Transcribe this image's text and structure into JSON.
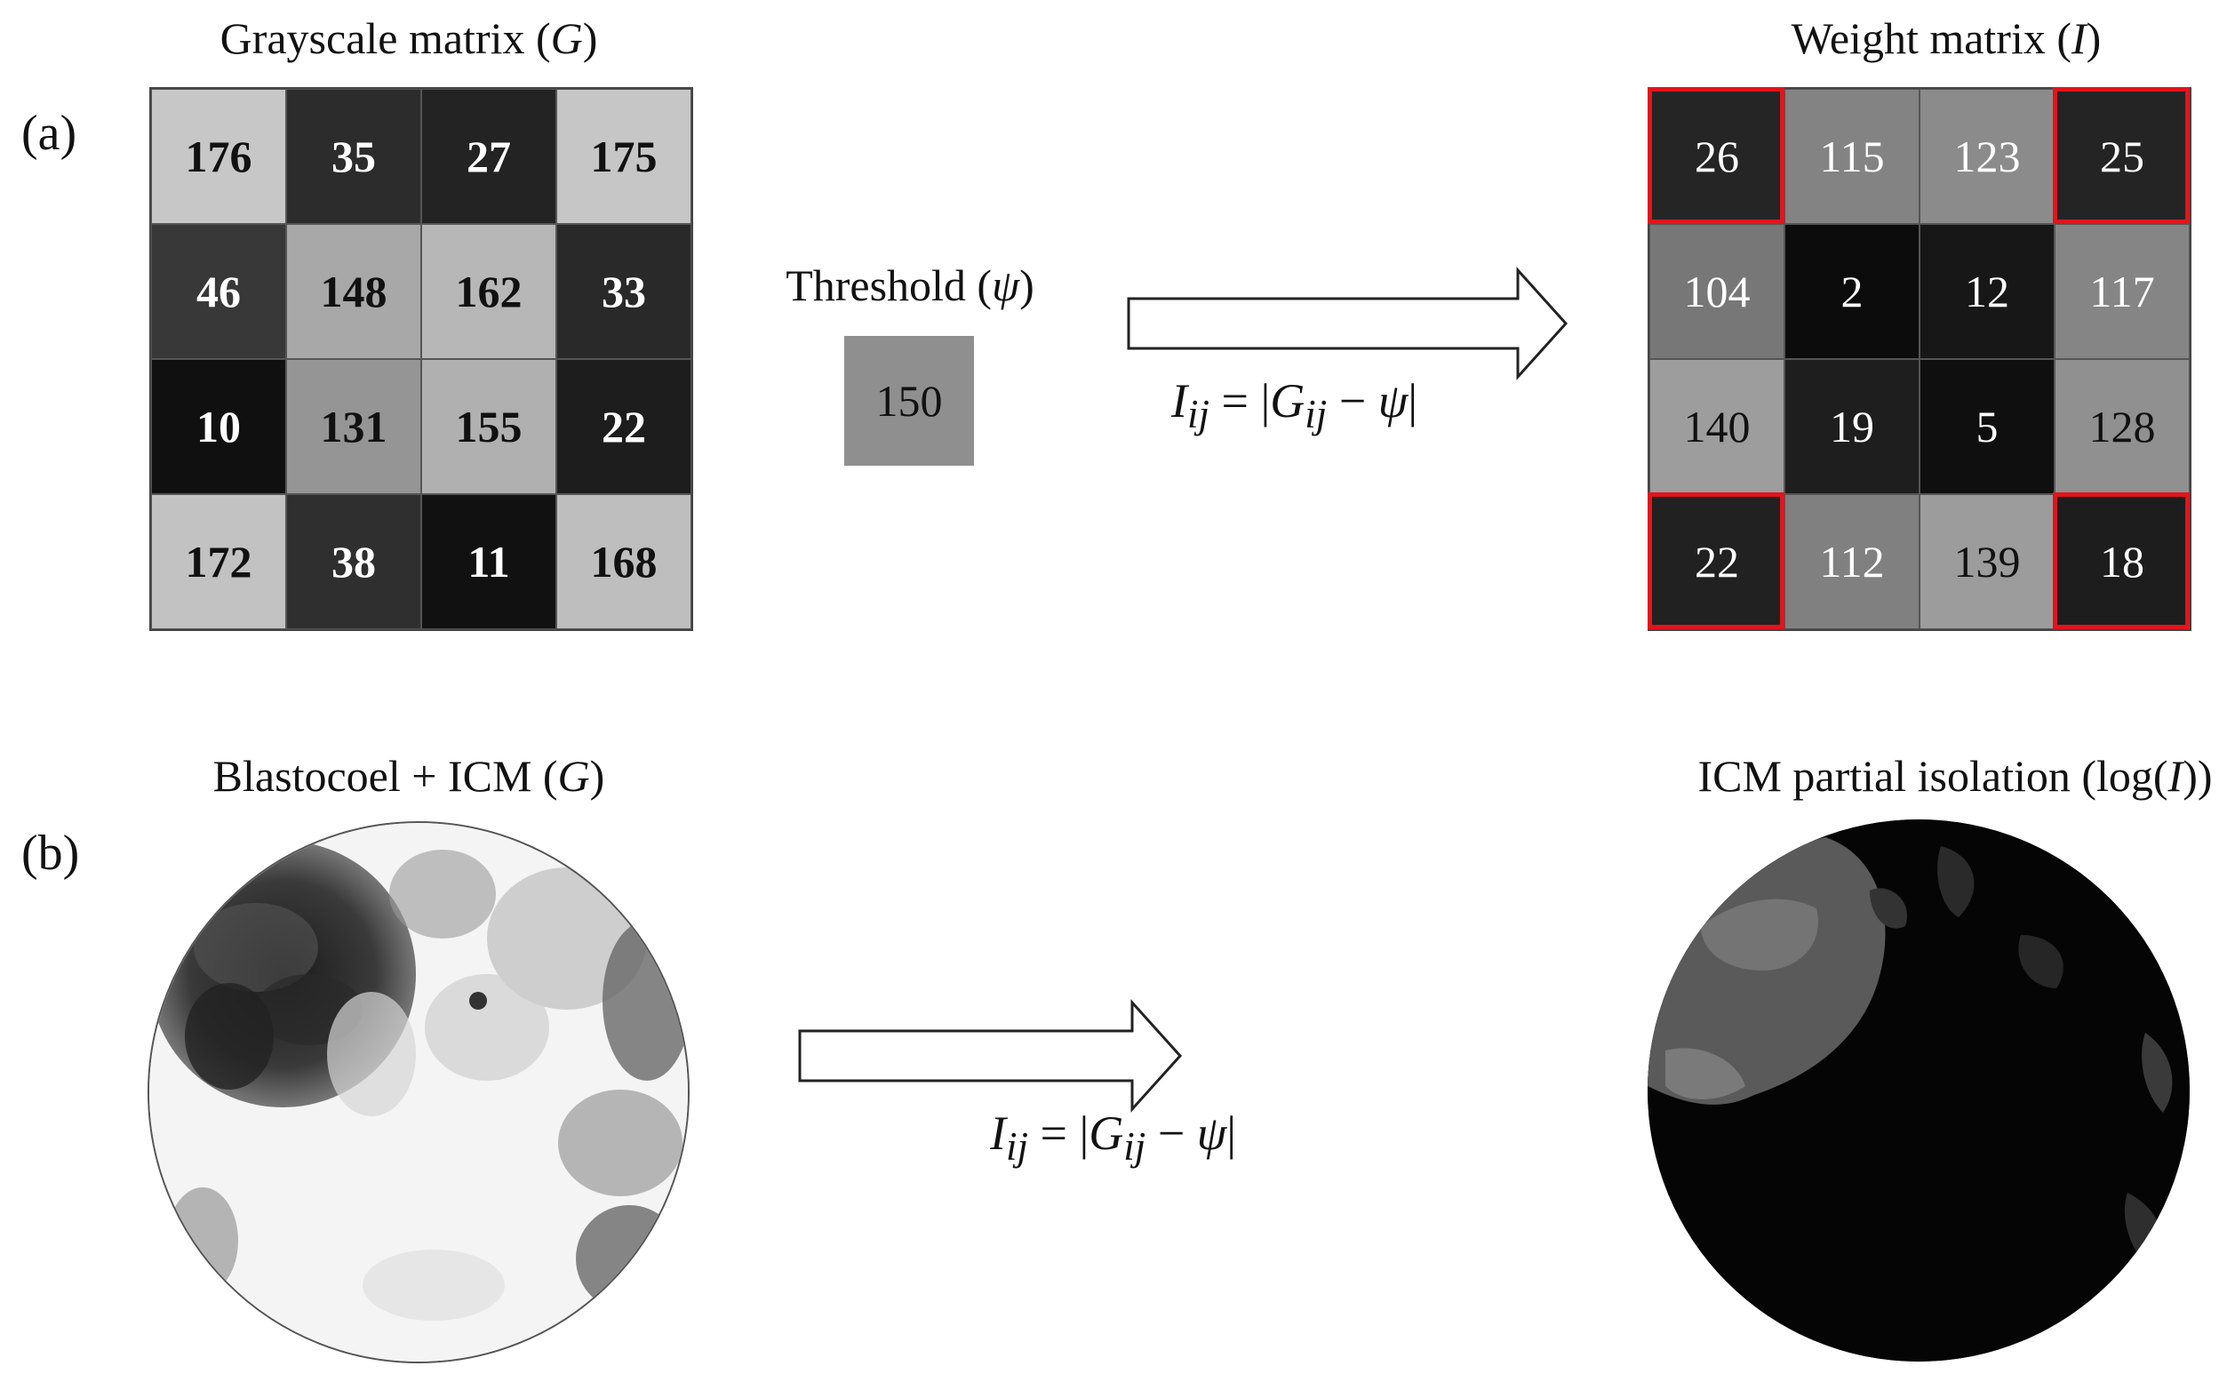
{
  "panel_a": {
    "label": "(a)",
    "grayscale": {
      "title_text": "Grayscale matrix (",
      "title_symbol": "G",
      "title_close": ")",
      "values": [
        [
          176,
          35,
          27,
          175
        ],
        [
          46,
          148,
          162,
          33
        ],
        [
          10,
          131,
          155,
          22
        ],
        [
          172,
          38,
          11,
          168
        ]
      ]
    },
    "threshold": {
      "label_text": "Threshold (",
      "label_symbol": "ψ",
      "label_close": ")",
      "value": "150"
    },
    "equation": "I_ij = |G_ij − ψ|",
    "weight": {
      "title_text": "Weight matrix (",
      "title_symbol": "I",
      "title_close": ")",
      "values": [
        [
          26,
          115,
          123,
          25
        ],
        [
          104,
          2,
          12,
          117
        ],
        [
          140,
          19,
          5,
          128
        ],
        [
          22,
          112,
          139,
          18
        ]
      ],
      "highlight_color": "#e3141c"
    }
  },
  "panel_b": {
    "label": "(b)",
    "left_title_text": "Blastocoel + ICM (",
    "left_title_symbol": "G",
    "left_title_close": ")",
    "right_title_text": "ICM partial isolation (log(",
    "right_title_symbol": "I",
    "right_title_close": "))",
    "equation": "I_ij = |G_ij − ψ|"
  }
}
